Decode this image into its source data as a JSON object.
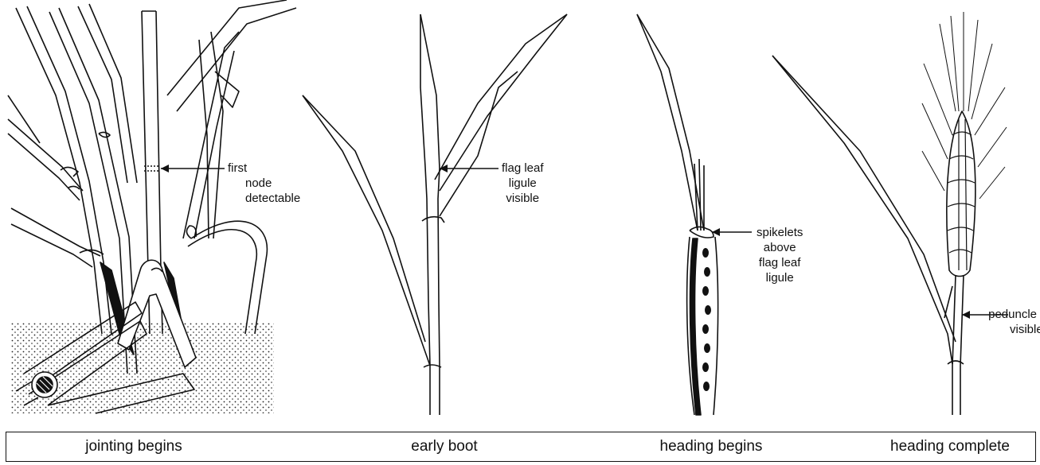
{
  "callouts": {
    "first_node": [
      "first",
      "node",
      "detectable"
    ],
    "flag_leaf": [
      "flag leaf",
      "ligule",
      "visible"
    ],
    "spikelets": [
      "spikelets",
      "above",
      "flag leaf",
      "ligule"
    ],
    "peduncle": [
      "peduncle",
      "visible"
    ]
  },
  "stages": [
    "jointing begins",
    "early boot",
    "heading begins",
    "heading complete"
  ],
  "colors": {
    "ink": "#111111",
    "soil_dots": "#222222",
    "background": "#ffffff"
  }
}
